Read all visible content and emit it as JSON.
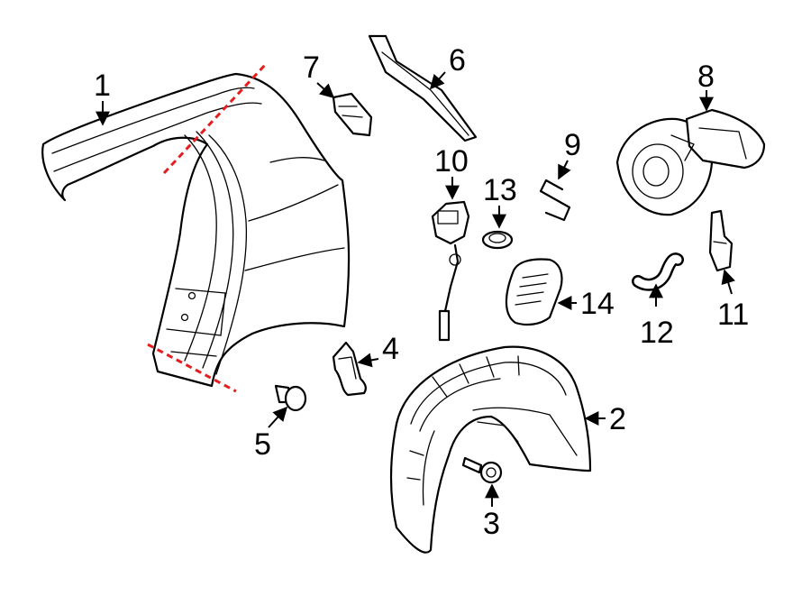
{
  "callouts": {
    "c1": "1",
    "c2": "2",
    "c3": "3",
    "c4": "4",
    "c5": "5",
    "c6": "6",
    "c7": "7",
    "c8": "8",
    "c9": "9",
    "c10": "10",
    "c11": "11",
    "c12": "12",
    "c13": "13",
    "c14": "14"
  },
  "colors": {
    "cut_line": "#e41e1e",
    "stroke": "#000000",
    "background": "#ffffff"
  }
}
